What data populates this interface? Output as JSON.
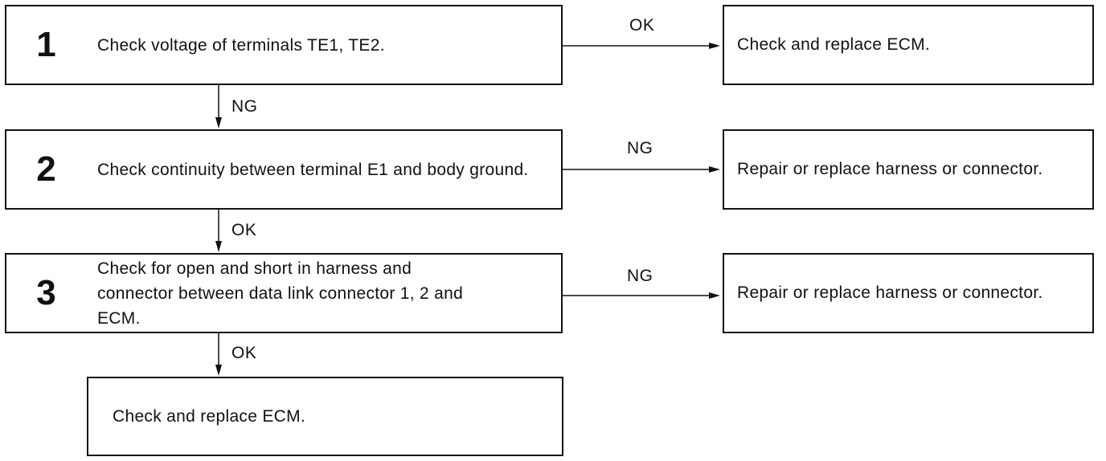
{
  "steps": [
    {
      "number": "1",
      "text": "Check voltage of terminals TE1, TE2.",
      "branch_label": "OK",
      "branch_result": "Check and replace ECM.",
      "down_label": "NG"
    },
    {
      "number": "2",
      "text": "Check continuity between terminal E1 and body ground.",
      "branch_label": "NG",
      "branch_result": "Repair or replace harness or connector.",
      "down_label": "OK"
    },
    {
      "number": "3",
      "text": "Check for open and short in harness and connector between data link connector 1, 2 and ECM.",
      "branch_label": "NG",
      "branch_result": "Repair or replace harness or connector.",
      "down_label": "OK"
    }
  ],
  "final": {
    "text": "Check and replace ECM."
  }
}
